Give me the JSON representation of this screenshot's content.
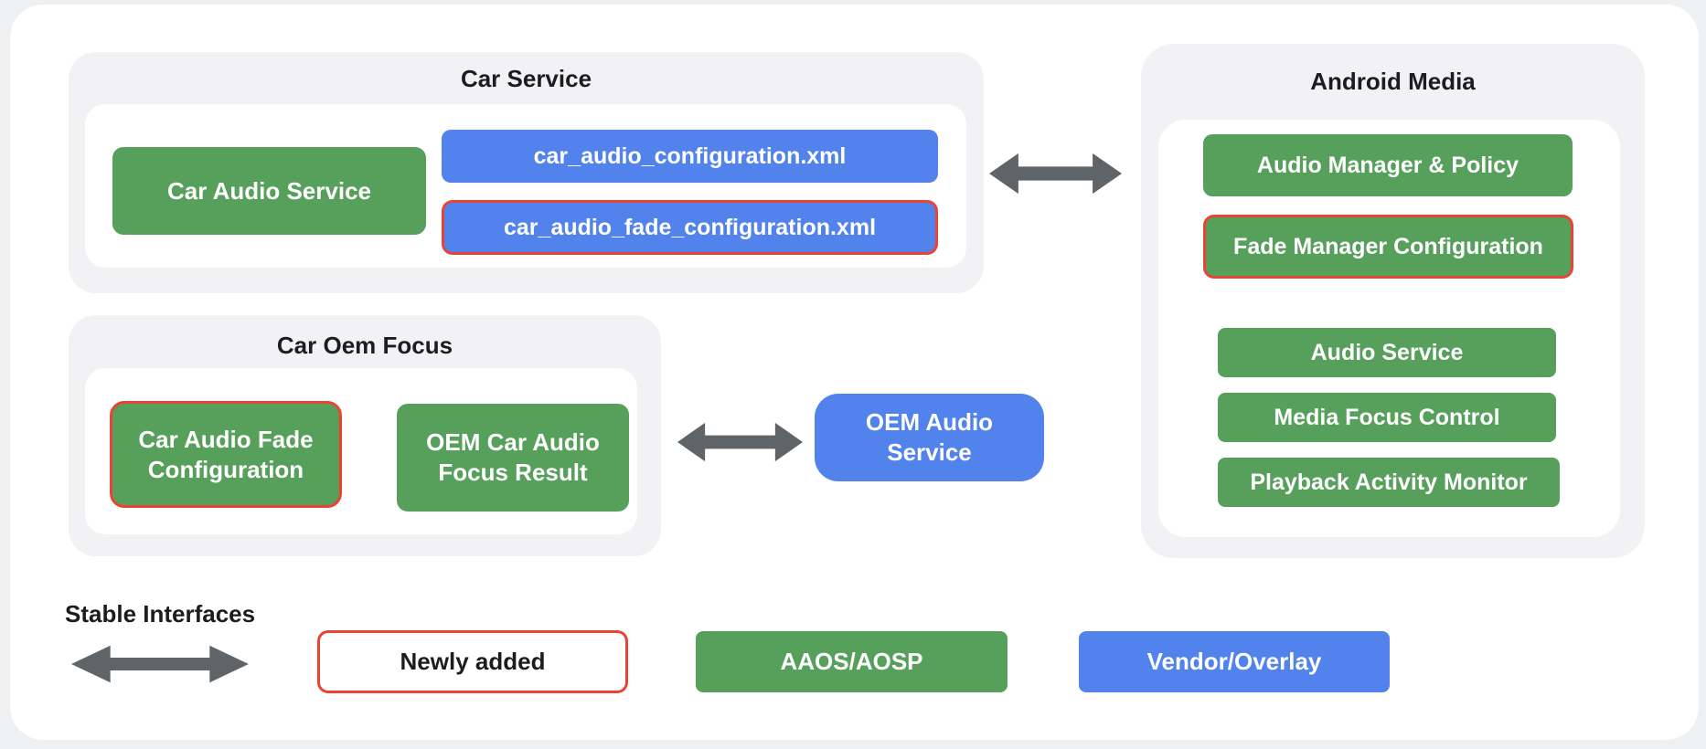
{
  "palette": {
    "page_bg": "#EFF0F2",
    "canvas_bg": "#FFFFFF",
    "panel_bg": "#F2F2F4",
    "green": "#57A05C",
    "blue": "#5283EC",
    "red": "#E94334",
    "arrow": "#5F6469",
    "title_text": "#1C1D1F",
    "box_text": "#FFFFFF"
  },
  "car_service": {
    "title": "Car Service",
    "car_audio_service": "Car Audio Service",
    "car_audio_configuration_xml": "car_audio_configuration.xml",
    "car_audio_fade_configuration_xml": "car_audio_fade_configuration.xml"
  },
  "android_media": {
    "title": "Android Media",
    "audio_manager_policy": "Audio Manager & Policy",
    "fade_manager_configuration": "Fade Manager Configuration",
    "audio_service": "Audio Service",
    "media_focus_control": "Media Focus Control",
    "playback_activity_monitor": "Playback Activity Monitor"
  },
  "car_oem_focus": {
    "title": "Car Oem Focus",
    "car_audio_fade_configuration": "Car Audio Fade Configuration",
    "oem_car_audio_focus_result": "OEM Car Audio Focus Result"
  },
  "vendor": {
    "oem_audio_service": "OEM Audio Service"
  },
  "legend": {
    "stable_interfaces": "Stable Interfaces",
    "newly_added": "Newly added",
    "aaos_aosp": "AAOS/AOSP",
    "vendor_overlay": "Vendor/Overlay"
  }
}
